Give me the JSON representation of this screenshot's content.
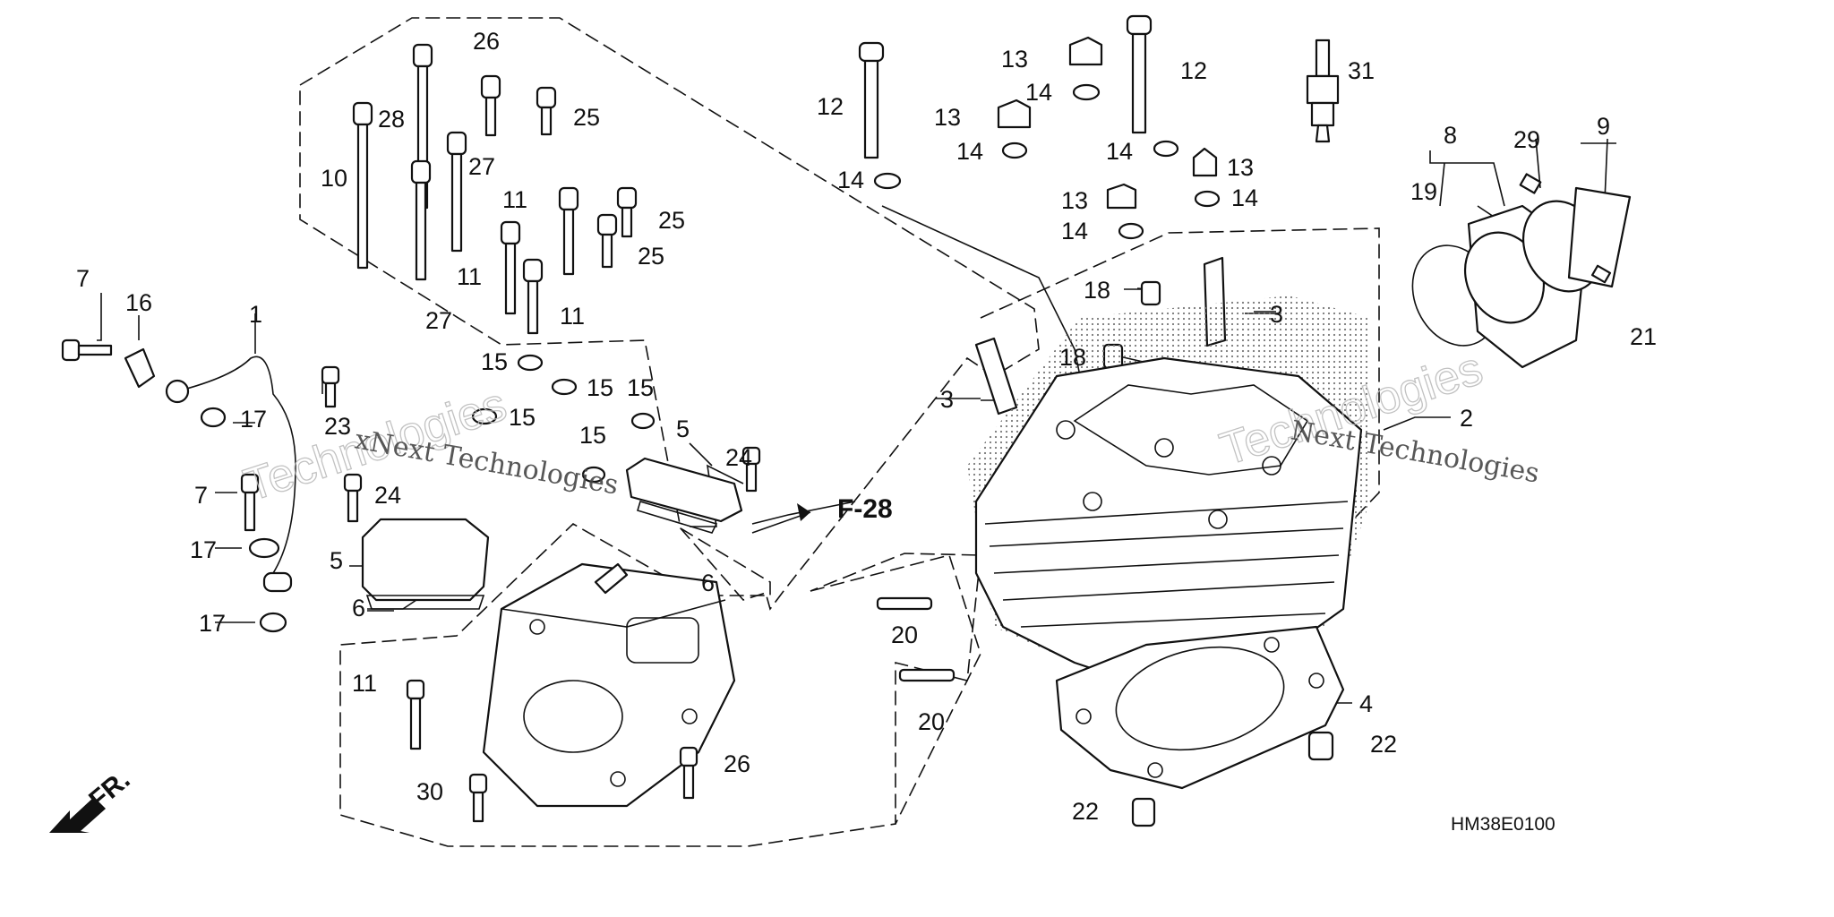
{
  "diagram": {
    "drawing_code": "HM38E0100",
    "reference_label": "F-28",
    "direction_label": "FR.",
    "watermark_lines": [
      "xNext Technologies",
      "Next Technologies"
    ],
    "callouts": [
      "1",
      "2",
      "3",
      "3",
      "4",
      "5",
      "5",
      "6",
      "6",
      "7",
      "7",
      "8",
      "9",
      "10",
      "11",
      "11",
      "11",
      "11",
      "12",
      "12",
      "13",
      "13",
      "13",
      "13",
      "14",
      "14",
      "14",
      "14",
      "14",
      "14",
      "15",
      "15",
      "15",
      "15",
      "15",
      "16",
      "17",
      "17",
      "17",
      "18",
      "18",
      "19",
      "20",
      "20",
      "21",
      "22",
      "22",
      "23",
      "24",
      "24",
      "25",
      "25",
      "25",
      "26",
      "26",
      "27",
      "27",
      "28",
      "29",
      "30",
      "31"
    ]
  }
}
